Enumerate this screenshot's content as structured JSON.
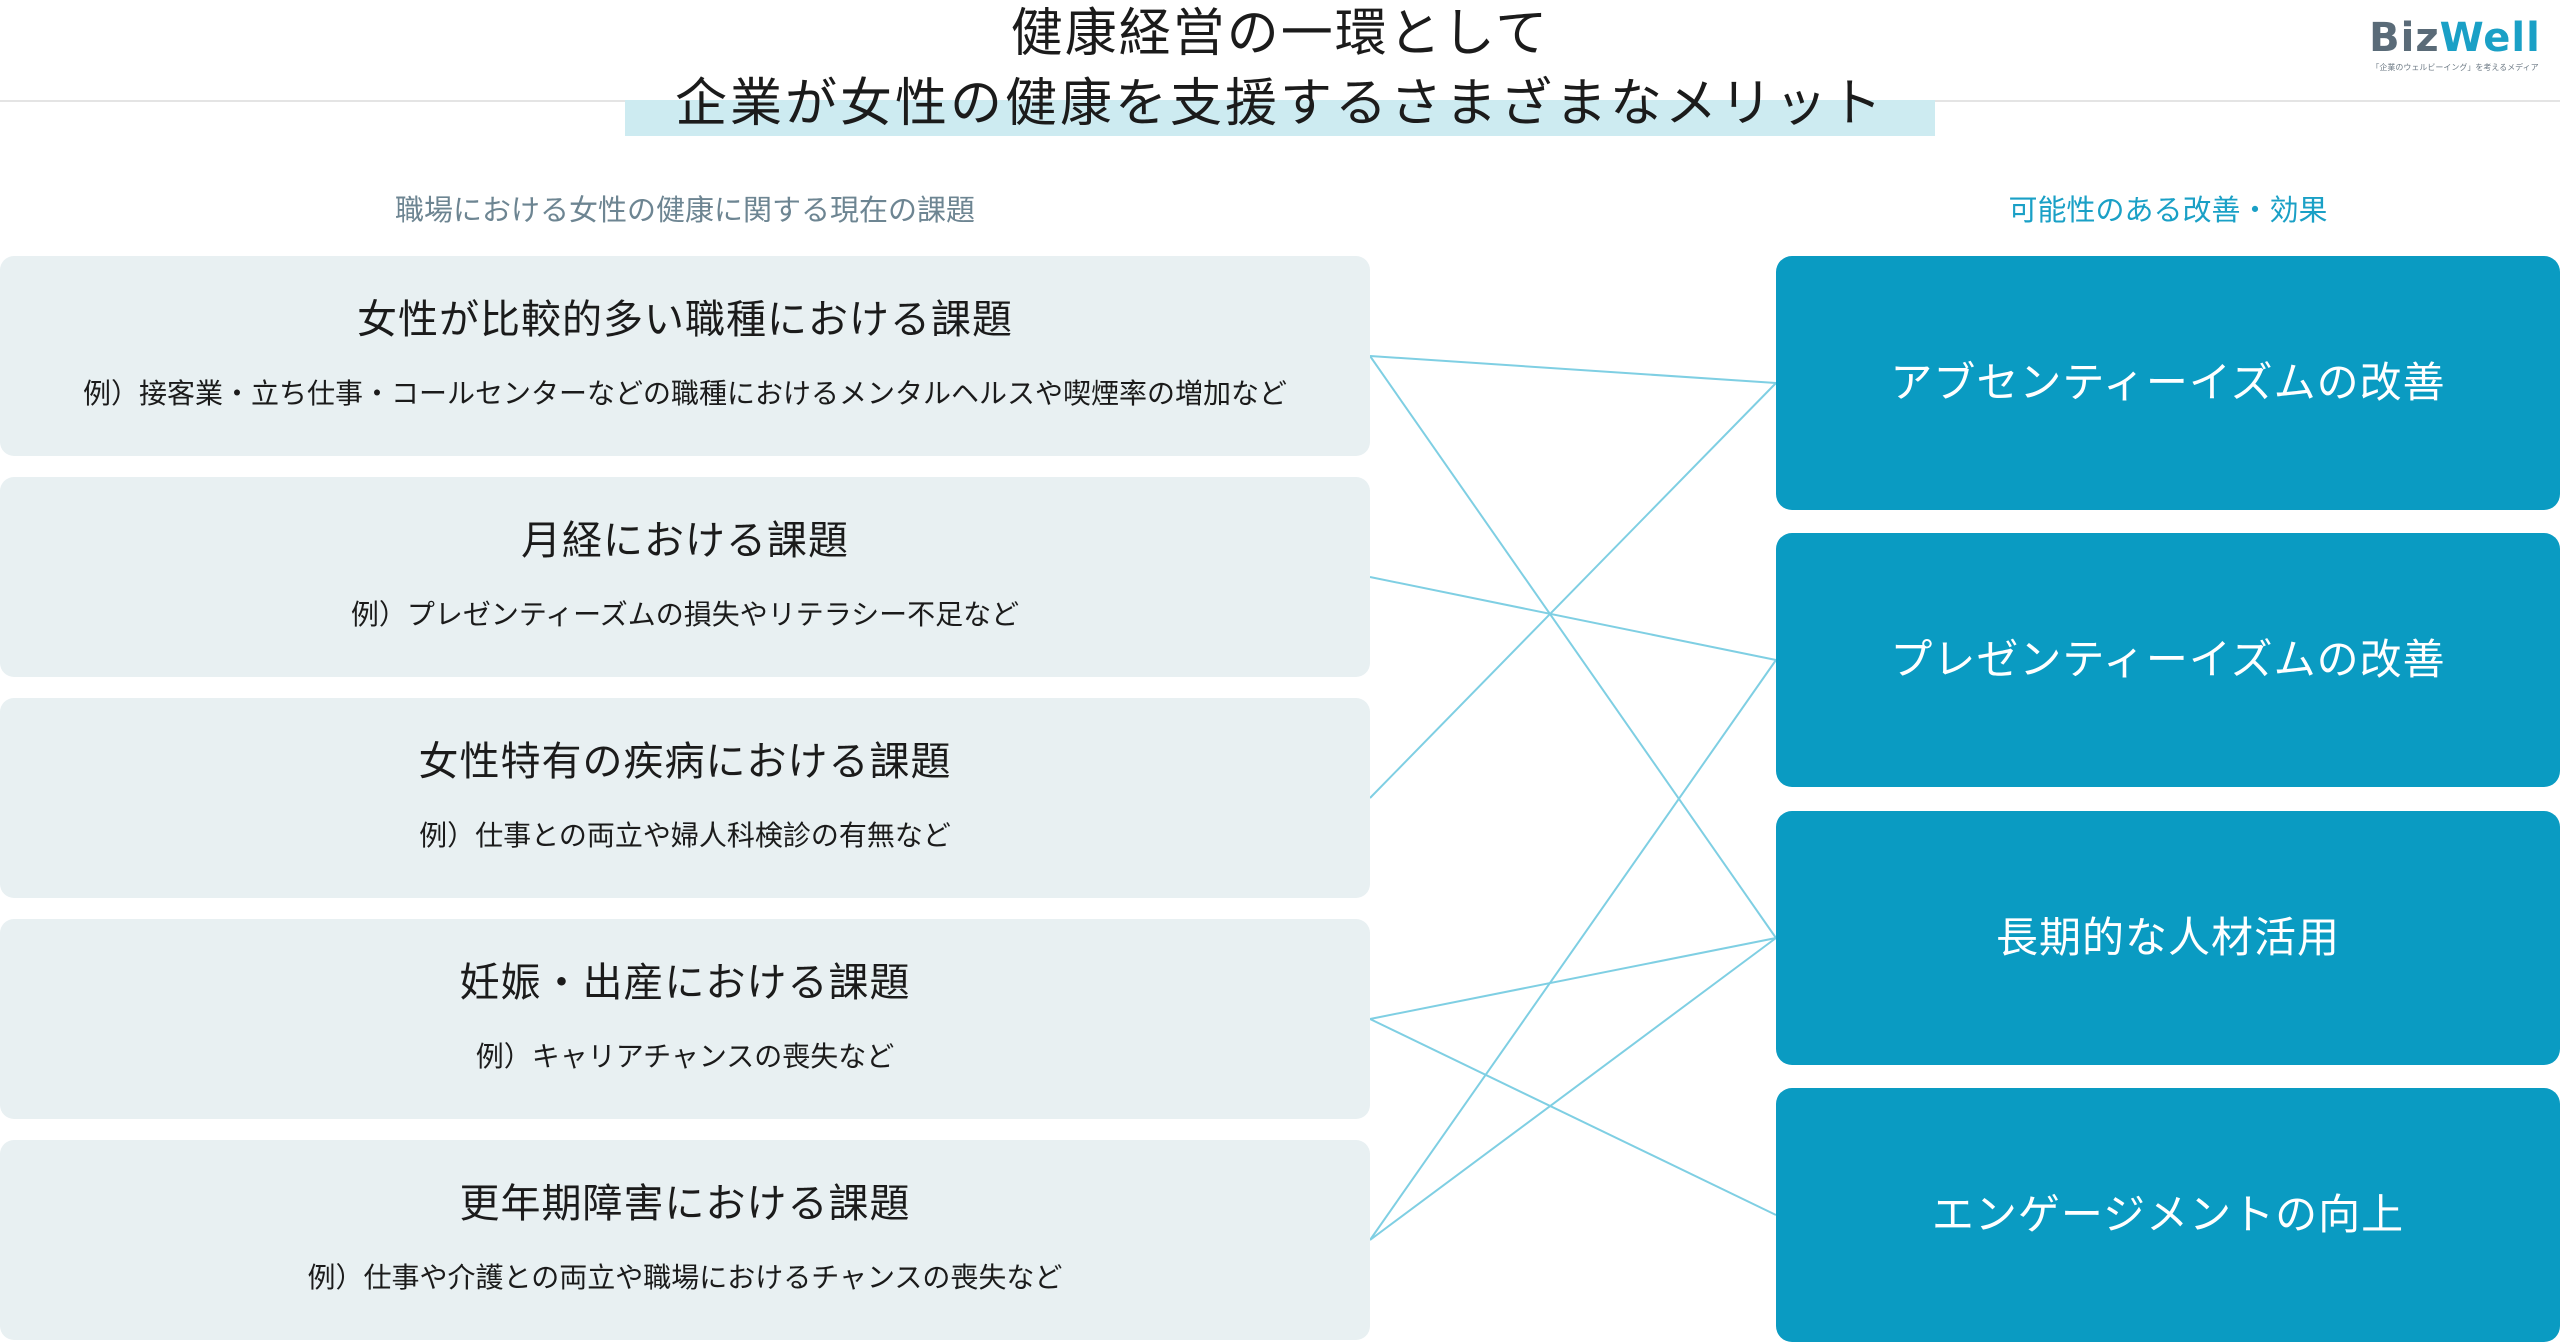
{
  "header": {
    "title_line_1": "健康経営の一環として",
    "title_line_2": "企業が女性の健康を支援するさまざまなメリット"
  },
  "logo": {
    "name_part_1": "Biz",
    "name_part_2": "Well",
    "tagline": "「企業のウェルビーイング」を考えるメディア",
    "colors": {
      "text": "#5a6b78",
      "accent": "#1aa0c6"
    }
  },
  "left_column": {
    "header": "職場における女性の健康に関する現在の課題",
    "issues": [
      {
        "title": "女性が比較的多い職種における課題",
        "example": "例）接客業・立ち仕事・コールセンターなどの職種におけるメンタルヘルスや喫煙率の増加など"
      },
      {
        "title": "月経における課題",
        "example": "例）プレゼンティーズムの損失やリテラシー不足など"
      },
      {
        "title": "女性特有の疾病における課題",
        "example": "例）仕事との両立や婦人科検診の有無など"
      },
      {
        "title": "妊娠・出産における課題",
        "example": "例）キャリアチャンスの喪失など"
      },
      {
        "title": "更年期障害における課題",
        "example": "例）仕事や介護との両立や職場におけるチャンスの喪失など"
      }
    ]
  },
  "right_column": {
    "header": "可能性のある改善・効果",
    "effects": [
      {
        "label": "アブセンティーイズムの改善"
      },
      {
        "label": "プレゼンティーイズムの改善"
      },
      {
        "label": "長期的な人材活用"
      },
      {
        "label": "エンゲージメントの向上"
      }
    ]
  },
  "connections": [
    {
      "from": 0,
      "to": 0
    },
    {
      "from": 0,
      "to": 2
    },
    {
      "from": 1,
      "to": 1
    },
    {
      "from": 2,
      "to": 0
    },
    {
      "from": 3,
      "to": 2
    },
    {
      "from": 3,
      "to": 3
    },
    {
      "from": 4,
      "to": 1
    },
    {
      "from": 4,
      "to": 2
    }
  ],
  "colors": {
    "issue_box": "#e8f0f2",
    "effect_box": "#0a9bc2",
    "connector_line": "#7fcfe3",
    "right_header": "#1aa0c6",
    "left_header": "#6d8592",
    "title_band": "#cdebf1"
  }
}
